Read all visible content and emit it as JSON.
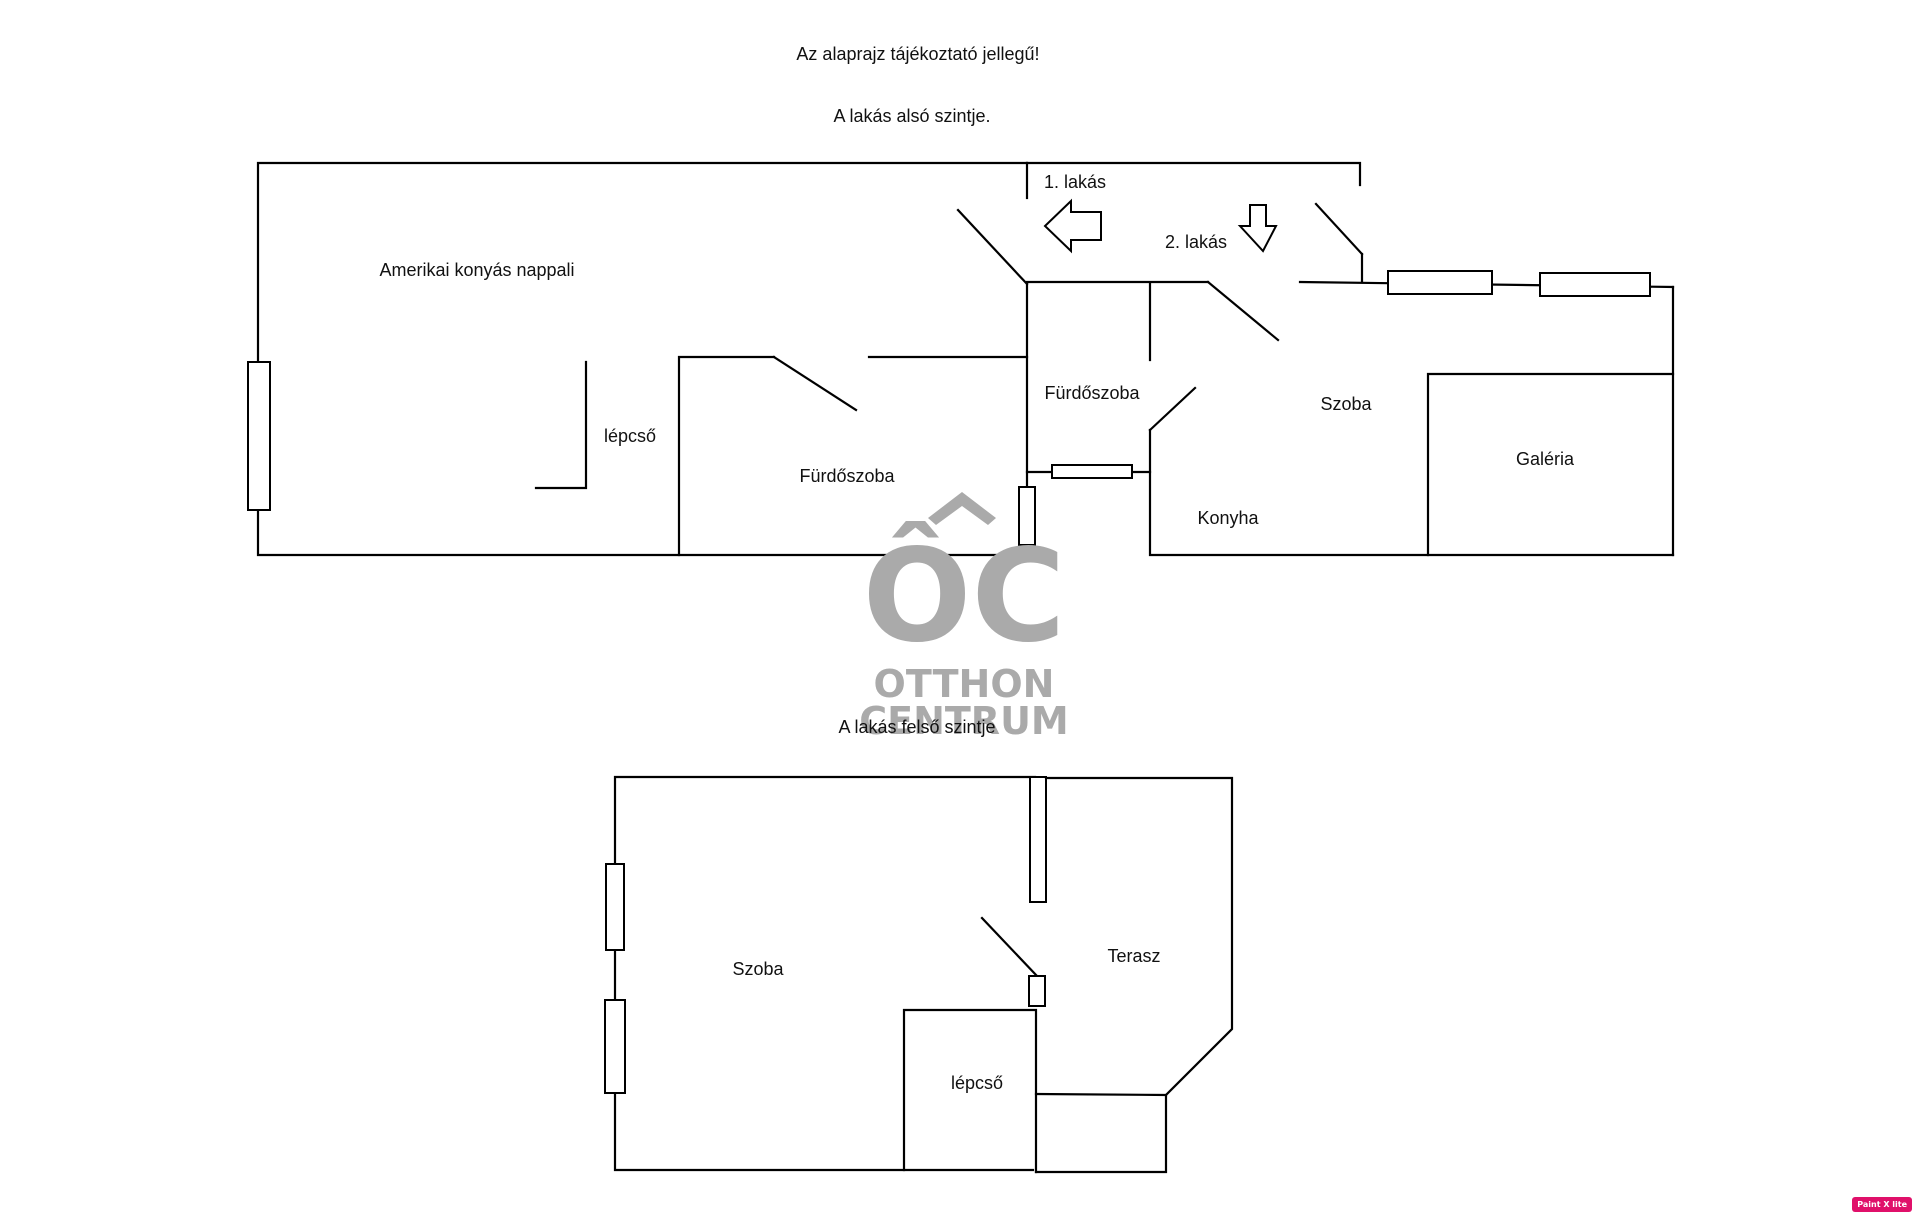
{
  "notes": {
    "disclaimer": "Az alaprajz tájékoztató jellegű!",
    "lower_level_title": "A lakás alsó szintje.",
    "upper_level_title": "A lakás felső szintje"
  },
  "lower_level": {
    "rooms": {
      "living": "Amerikai konyás nappali",
      "stairs": "lépcső",
      "bath_left": "Fürdőszoba",
      "bath_right": "Fürdőszoba",
      "room": "Szoba",
      "kitchen": "Konyha",
      "gallery": "Galéria"
    },
    "entrances": {
      "flat1": "1. lakás",
      "flat2": "2. lakás"
    }
  },
  "upper_level": {
    "rooms": {
      "room": "Szoba",
      "terrace": "Terasz",
      "stairs": "lépcső"
    }
  },
  "watermark": {
    "line1": "OTTHON",
    "line2": "CENTRUM",
    "logo_letters": "ÔC",
    "color": "#aaaaaa"
  },
  "badge": {
    "text": "Paint X lite",
    "color": "#e0106a"
  }
}
